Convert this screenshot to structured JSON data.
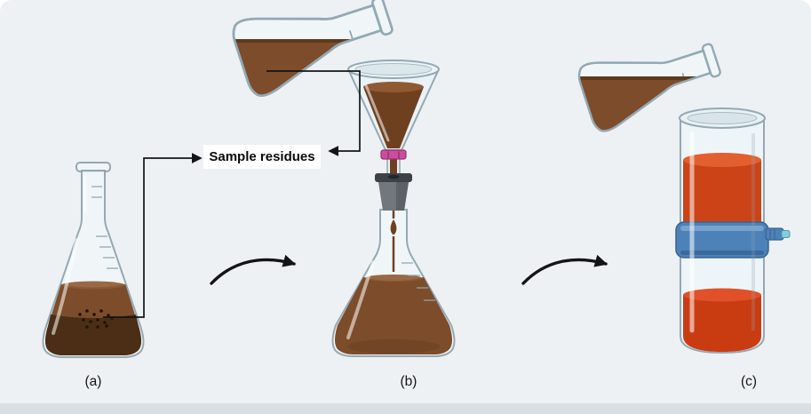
{
  "figure": {
    "annotation": "Sample residues",
    "step_labels": [
      {
        "id": "a",
        "label": "(a)"
      },
      {
        "id": "b",
        "label": "(b)"
      },
      {
        "id": "c",
        "label": "(c)"
      }
    ]
  },
  "colors": {
    "background": "#edf1f4",
    "bottom_strip": "#d9dee3",
    "liquid_brown": "#7d4c2a",
    "liquid_brown_dark": "#4b2e15",
    "funnel_brown": "#6f4020",
    "surface_brown": "#8f5a33",
    "residue_dark": "#201409",
    "liquid_red": "#cc4318",
    "liquid_red_light": "#e2602f",
    "liquid_red_bottom": "#c93c12",
    "liquid_red_bottom_light": "#e0512a",
    "band_blue": "#4d82b8",
    "nozzle_teal": "#86ccdb",
    "filter_ring_pink": "#c94f9e",
    "stopper_gray": "#71777d",
    "glass_stroke": "#93a9b4",
    "arrow_black": "#141414"
  }
}
